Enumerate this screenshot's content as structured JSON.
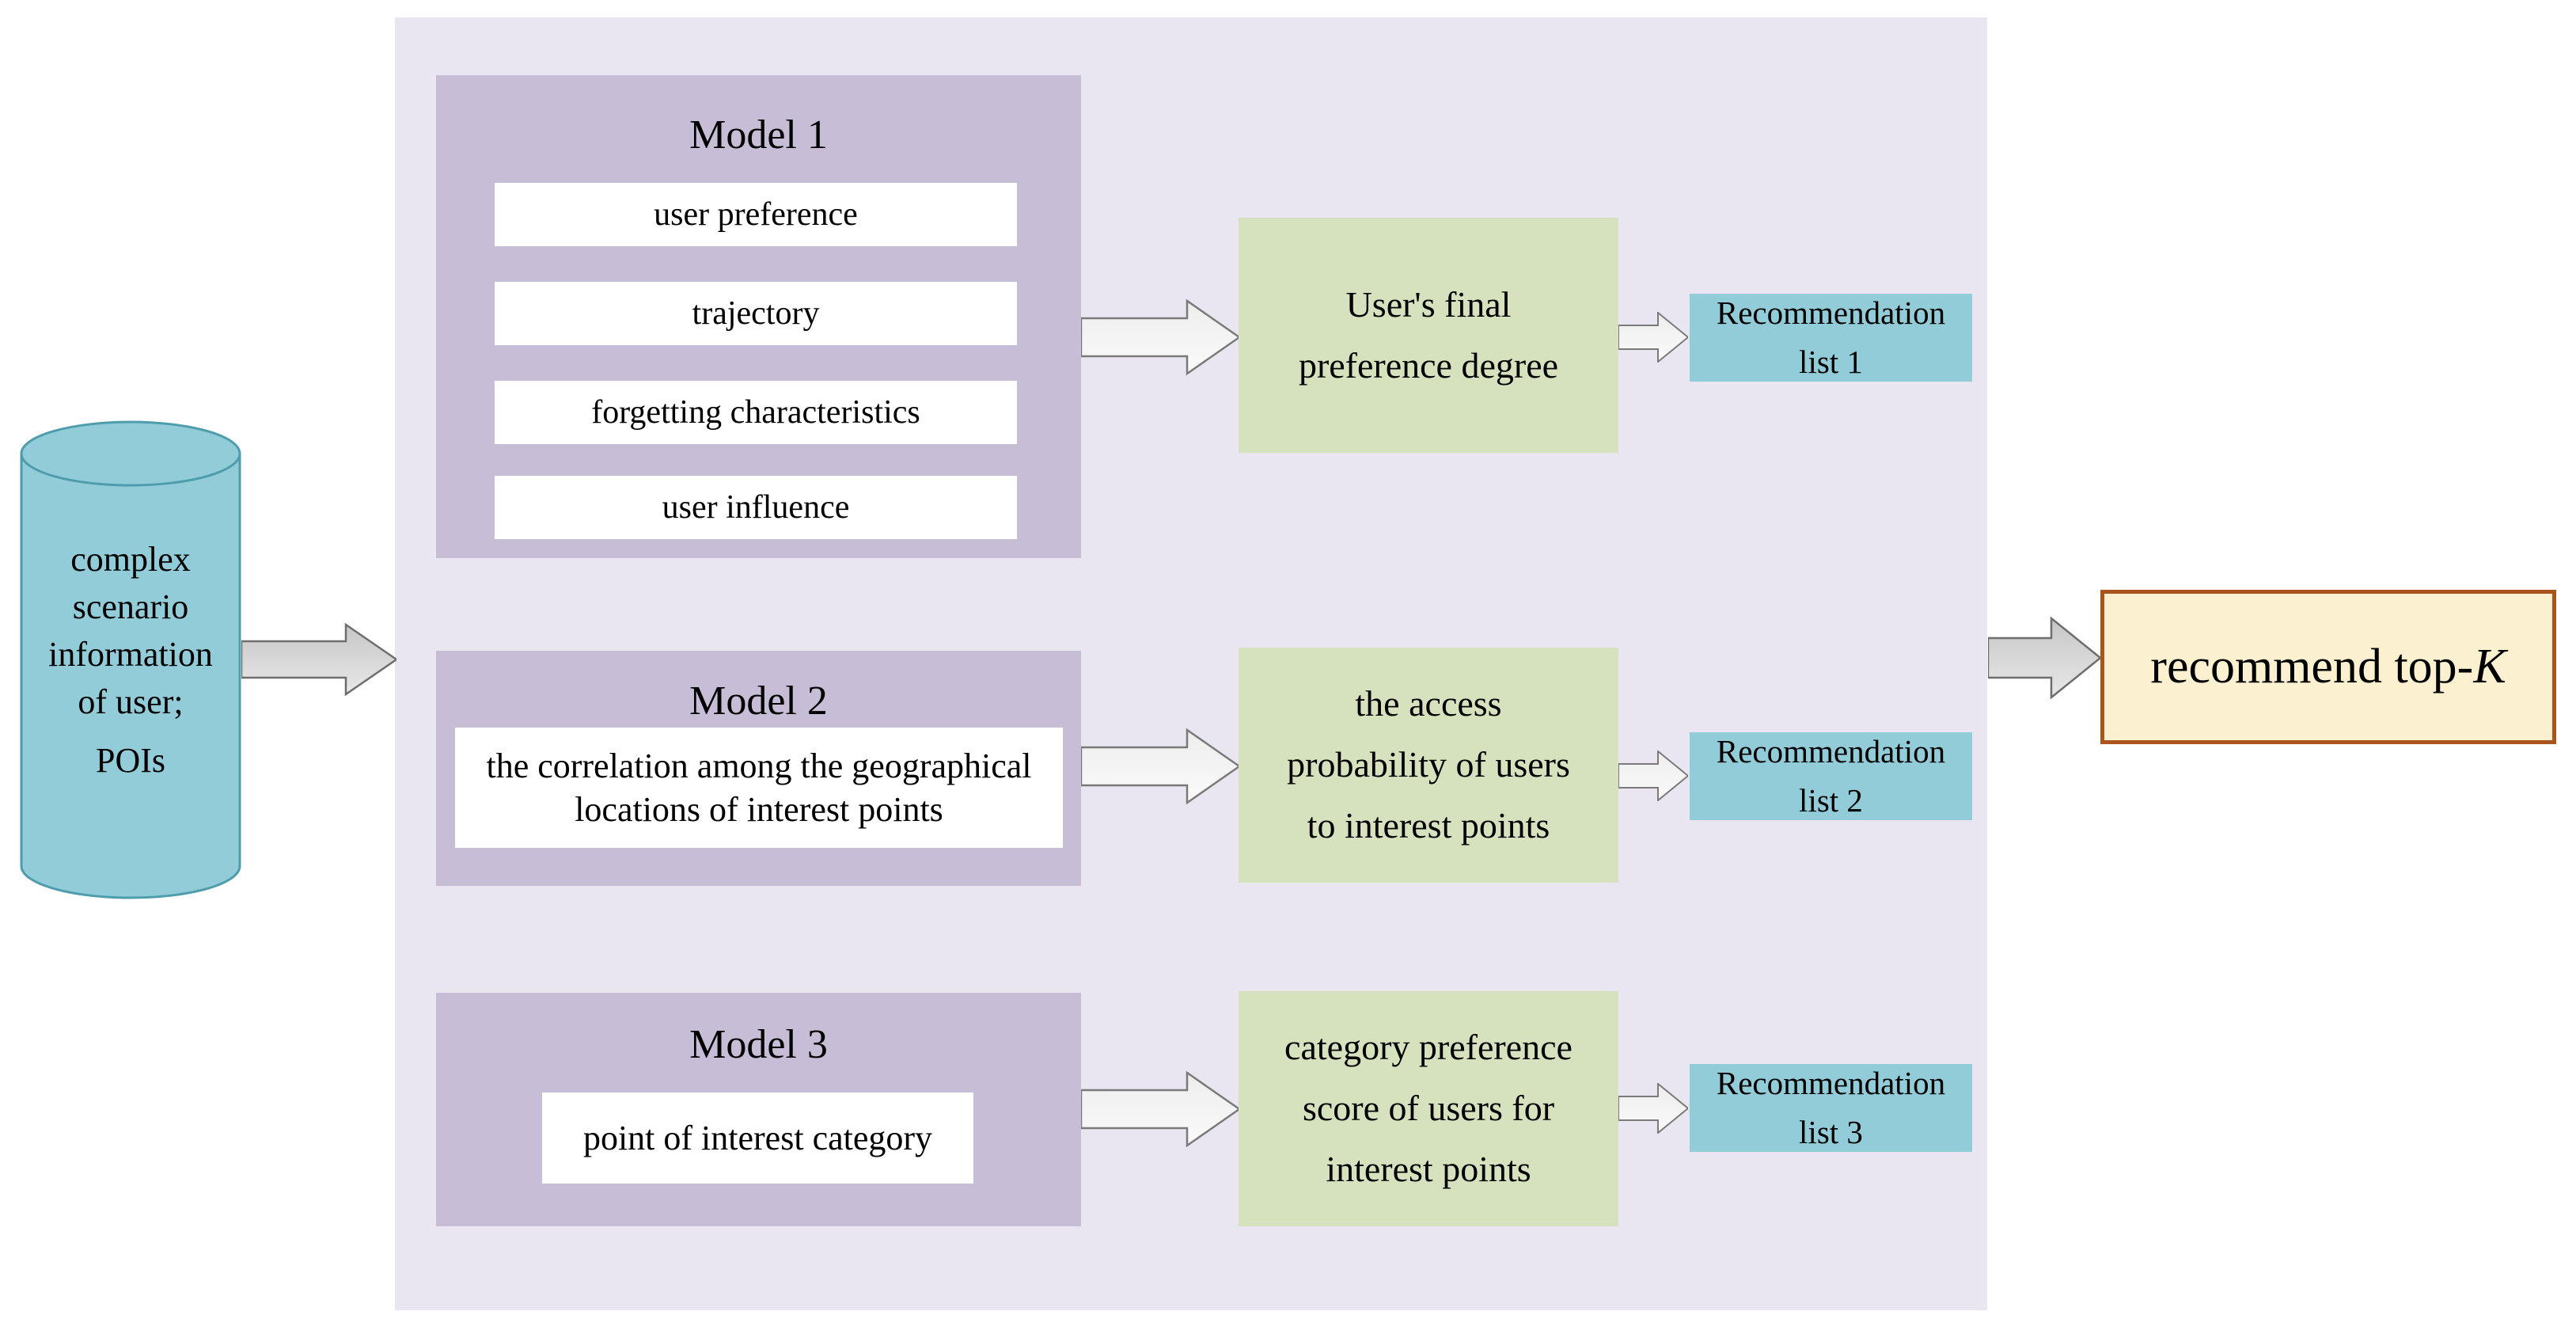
{
  "colors": {
    "panel_bg": "#eae6f1",
    "model_bg": "#c7bdd7",
    "output_bg": "#d6e1be",
    "list_bg": "#93ccd9",
    "cylinder_bg": "#93ccd9",
    "cylinder_stroke": "#4d9dad",
    "final_bg": "#fbf0d0",
    "final_border": "#a8541c",
    "arrow_fill": "#d2d2d2",
    "arrow_stroke": "#6e6e6e"
  },
  "source": {
    "lines": [
      "complex",
      "scenario",
      "information",
      "of user;",
      "POIs"
    ]
  },
  "models": [
    {
      "title": "Model 1",
      "features": [
        "user preference",
        "trajectory",
        "forgetting characteristics",
        "user influence"
      ]
    },
    {
      "title": "Model 2",
      "feature_lines": [
        "the correlation among the geographical",
        "locations of interest points"
      ]
    },
    {
      "title": "Model 3",
      "features": [
        "point of interest category"
      ]
    }
  ],
  "outputs": [
    {
      "lines": [
        "User's final",
        "preference degree"
      ]
    },
    {
      "lines": [
        "the access",
        "probability of users",
        "to interest points"
      ]
    },
    {
      "lines": [
        "category preference",
        "score of users for",
        "interest points"
      ]
    }
  ],
  "lists": [
    {
      "lines": [
        "Recommendation",
        "list 1"
      ]
    },
    {
      "lines": [
        "Recommendation",
        "list 2"
      ]
    },
    {
      "lines": [
        "Recommendation",
        "list 3"
      ]
    }
  ],
  "final": {
    "text": "recommend top-",
    "k": "K"
  }
}
